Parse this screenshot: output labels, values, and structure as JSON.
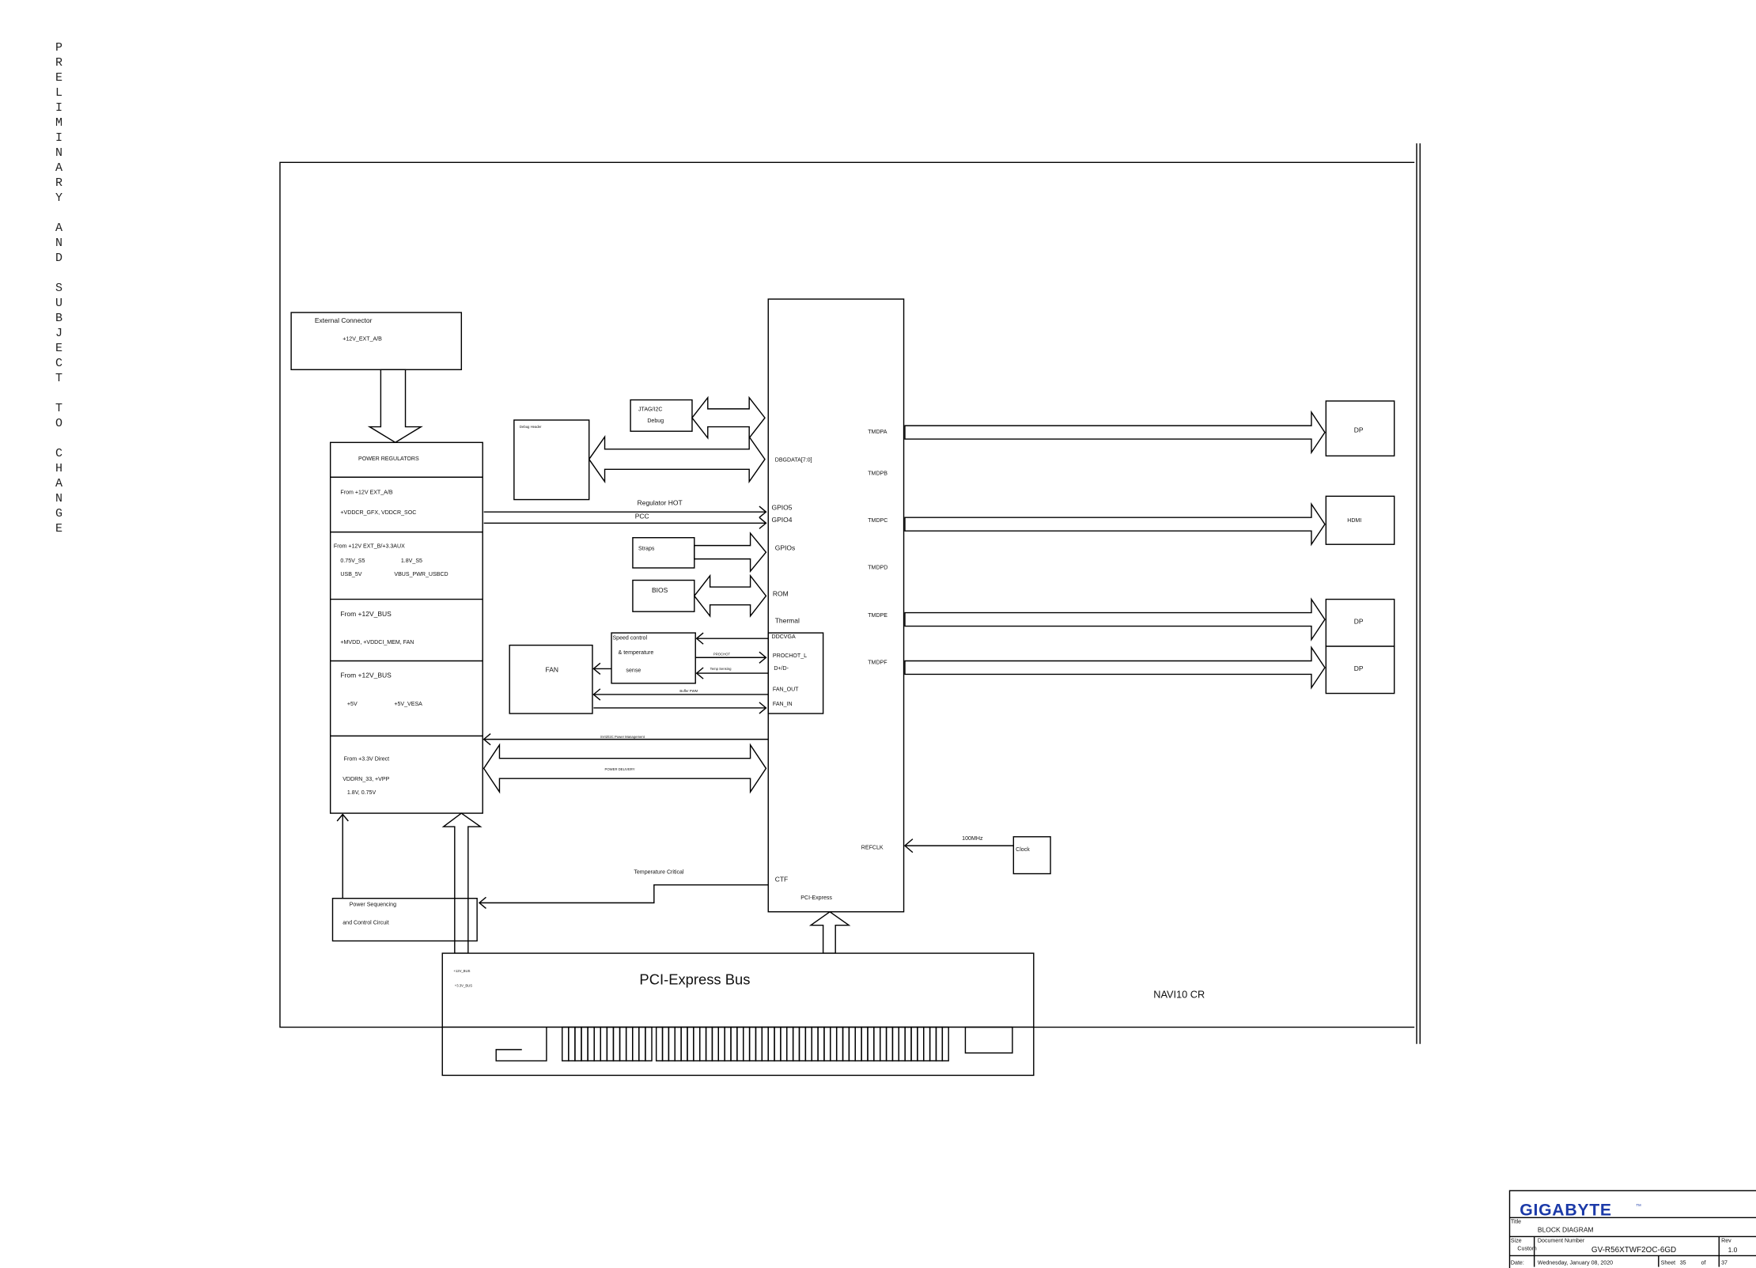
{
  "watermark": "PRELIMINARY AND SUBJECT TO CHANGE",
  "board_name": "NAVI10 CR",
  "external_connector": {
    "title": "External Connector",
    "rail": "+12V_EXT_A/B"
  },
  "power_regulators": {
    "title": "POWER REGULATORS",
    "sections": [
      {
        "from": "From +12V EXT_A/B",
        "lines": [
          "+VDDCR_GFX, VDDCR_SOC"
        ]
      },
      {
        "from": "From +12V EXT_B/+3.3AUX",
        "lines": [
          "0.75V_S5",
          "1.8V_S5",
          "USB_5V",
          "VBUS_PWR_USBCD"
        ]
      },
      {
        "from": "From +12V_BUS",
        "lines": [
          "+MVDD, +VDDCI_MEM, FAN"
        ]
      },
      {
        "from": "From +12V_BUS",
        "lines": [
          "+5V",
          "+5V_VESA"
        ]
      },
      {
        "from": "From +3.3V Direct",
        "lines": [
          "VDDRN_33, +VPP",
          "1.8V, 0.75V"
        ]
      }
    ]
  },
  "debug_header": "Debug Header",
  "jtag": {
    "line1": "JTAG/I2C",
    "line2": "Debug"
  },
  "straps": "Straps",
  "bios": "BIOS",
  "fan": "FAN",
  "speed_control": {
    "line1": "Speed control",
    "line2": "& temperature",
    "line3": "sense"
  },
  "power_sequencing": {
    "line1": "Power Sequencing",
    "line2": "and Control Circuit"
  },
  "clock": {
    "label": "Clock",
    "freq": "100MHz"
  },
  "signals": {
    "regulator_hot": "Regulator HOT",
    "pcc": "PCC",
    "prochot": "PROCHOT",
    "temp_sensing": "Temp Sensing",
    "fan_pwm": "Buffer PWM",
    "svi2": "SVI2/I2C Power Management",
    "power_delivery": "POWER DELIVERY",
    "temperature_critical": "Temperature Critical"
  },
  "gpu_pins": {
    "dbgdata": "DBGDATA[7:0]",
    "gpio5": "GPIO5",
    "gpio4": "GPIO4",
    "gpios": "GPIOs",
    "rom": "ROM",
    "thermal": "Thermal",
    "ddcvga": "DDCVGA",
    "prochot_l": "PROCHOT_L",
    "dplus_dminus": "D+/D-",
    "fan_out": "FAN_OUT",
    "fan_in": "FAN_IN",
    "ctf": "CTF",
    "pci_express": "PCI-Express",
    "refclk": "REFCLK",
    "tmdp": [
      "TMDPA",
      "TMDPB",
      "TMDPC",
      "TMDPD",
      "TMDPE",
      "TMDPF"
    ]
  },
  "outputs": [
    "DP",
    "HDMI",
    "DP",
    "DP"
  ],
  "pcie_bus": {
    "title": "PCI-Express Bus",
    "rail1": "+12V_BUS",
    "rail2": "+3.3V_BUS"
  },
  "title_block": {
    "logo": "GIGABYTE",
    "tm": "TM",
    "title_label": "Title",
    "title": "BLOCK DIAGRAM",
    "size_label": "Size",
    "size": "Custom",
    "docnum_label": "Document Number",
    "docnum": "GV-R56XTWF2OC-6GD",
    "rev_label": "Rev",
    "rev": "1.0",
    "date_label": "Date:",
    "date": "Wednesday, January 08, 2020",
    "sheet_label": "Sheet",
    "sheet": "35",
    "of_label": "of",
    "sheets_total": "37"
  }
}
